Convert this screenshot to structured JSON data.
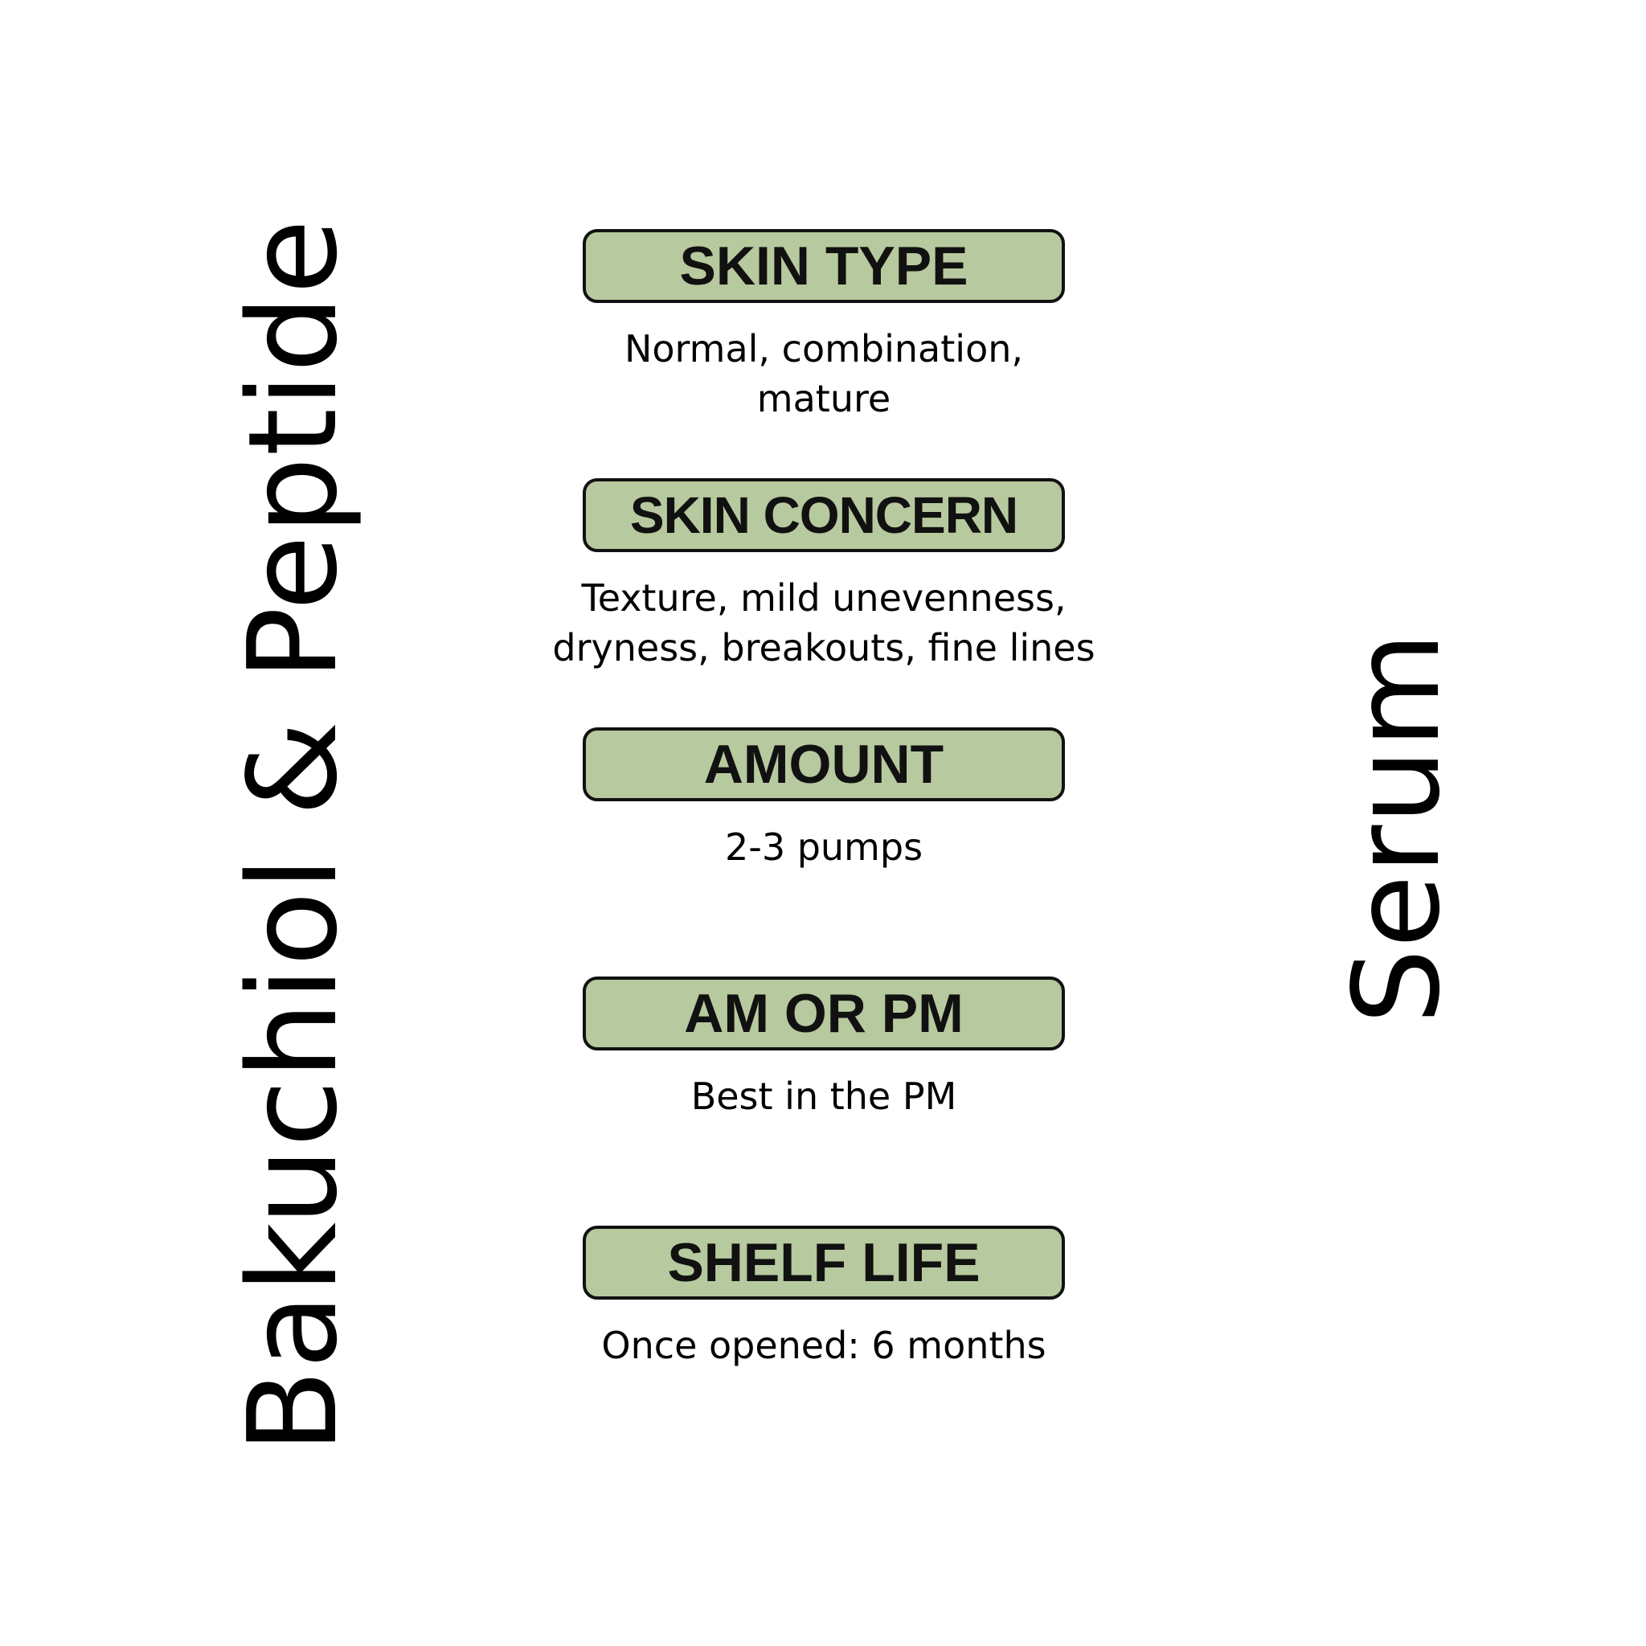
{
  "title_left": "Bakuchiol & Peptide",
  "title_right": "Serum",
  "colors": {
    "label_fill": "#b7c99e",
    "label_border": "#111111",
    "text": "#000000",
    "background": "#ffffff"
  },
  "sections": [
    {
      "label": "SKIN TYPE",
      "value_lines": [
        "Normal, combination,",
        "mature"
      ]
    },
    {
      "label": "SKIN CONCERN",
      "value_lines": [
        "Texture, mild unevenness,",
        "dryness, breakouts, fine lines"
      ]
    },
    {
      "label": "AMOUNT",
      "value_lines": [
        "2-3 pumps"
      ]
    },
    {
      "label": "AM OR PM",
      "value_lines": [
        "Best in the PM"
      ]
    },
    {
      "label": "SHELF LIFE",
      "value_lines": [
        "Once opened: 6 months"
      ]
    }
  ]
}
